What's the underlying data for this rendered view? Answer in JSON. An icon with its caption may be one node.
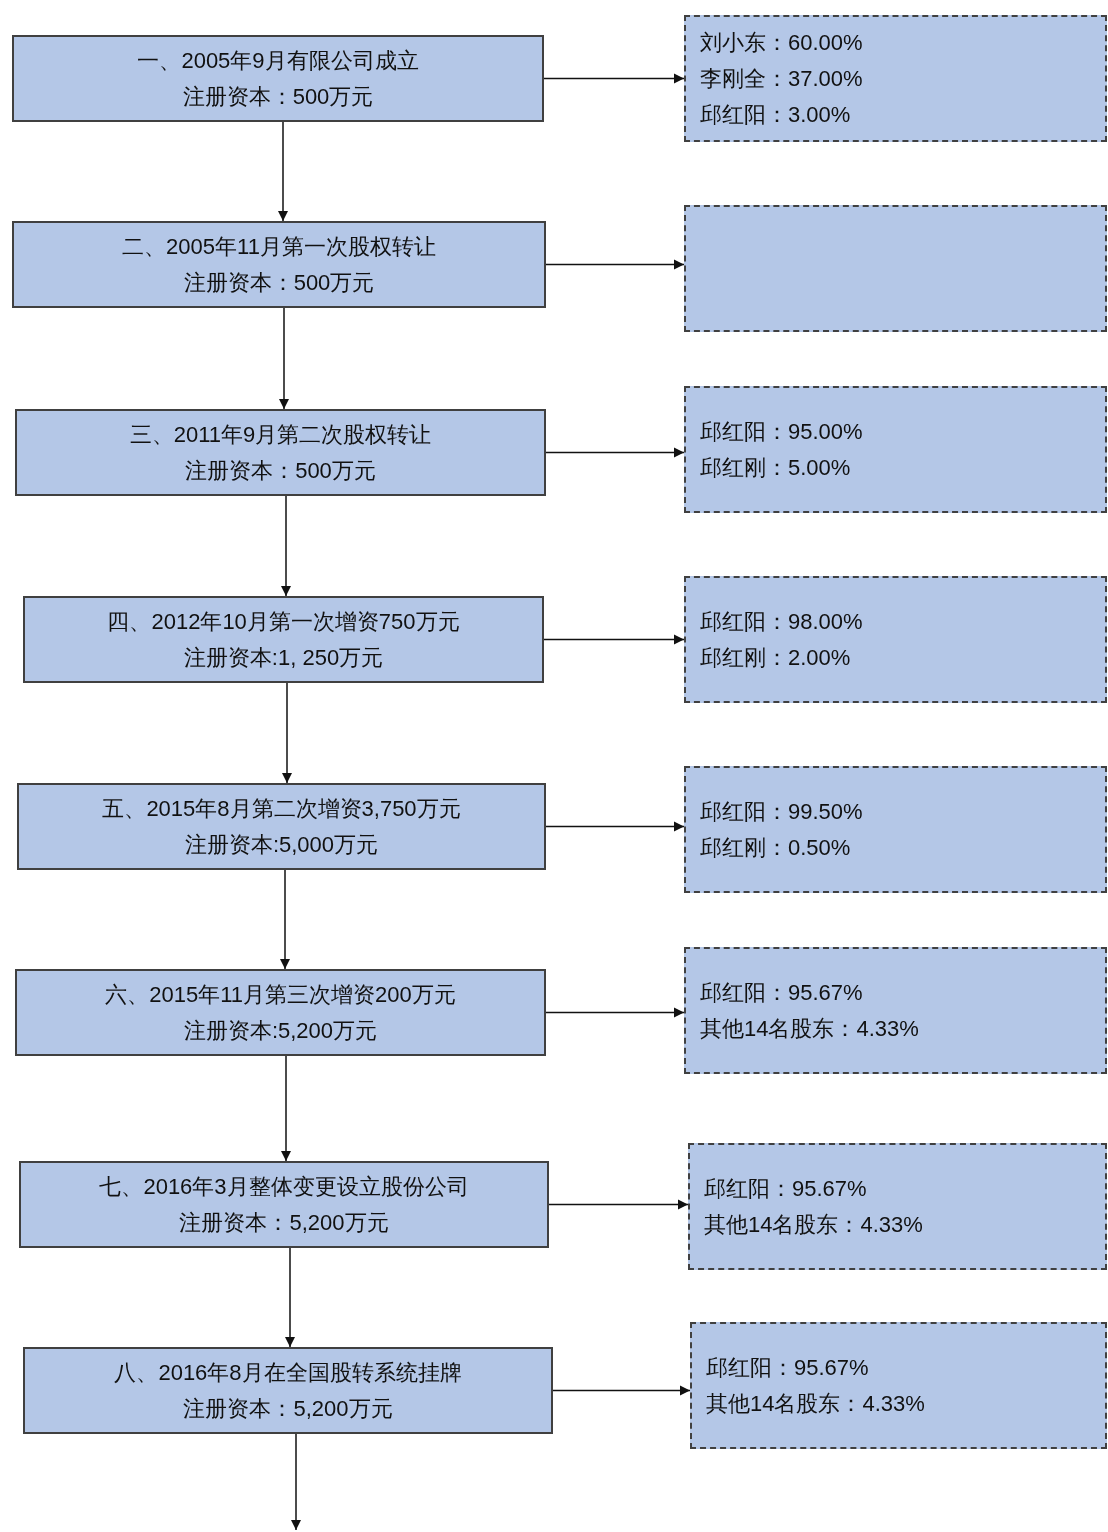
{
  "diagram": {
    "nodes": [
      {
        "text": [
          "一、2005年9月有限公司成立",
          "注册资本：500万元"
        ]
      },
      {
        "text": [
          "刘小东：60.00%",
          "李刚全：37.00%",
          "邱红阳：3.00%"
        ]
      },
      {
        "text": [
          "二、2005年11月第一次股权转让",
          "注册资本：500万元"
        ]
      },
      {
        "text": [],
        "shape": "box"
      },
      {
        "text": [
          "三、2011年9月第二次股权转让",
          "注册资本：500万元"
        ]
      },
      {
        "text": [
          "邱红阳：95.00%",
          "邱红刚：5.00%"
        ]
      },
      {
        "text": [
          "四、2012年10月第一次增资750万元",
          "注册资本:1, 250万元"
        ]
      },
      {
        "text": [
          "邱红阳：98.00%",
          "邱红刚：2.00%"
        ]
      },
      {
        "text": [
          "五、2015年8月第二次增资3,750万元",
          "注册资本:5,000万元"
        ]
      },
      {
        "text": [
          "邱红阳：99.50%",
          "邱红刚：0.50%"
        ]
      },
      {
        "text": [
          "六、2015年11月第三次增资200万元",
          "注册资本:5,200万元"
        ]
      },
      {
        "text": [
          "邱红阳：95.67%",
          "其他14名股东：4.33%"
        ]
      },
      {
        "text": [
          "七、2016年3月整体变更设立股份公司",
          "注册资本：5,200万元"
        ]
      },
      {
        "text": [
          "邱红阳：95.67%",
          "其他14名股东：4.33%"
        ]
      },
      {
        "text": [
          "八、2016年8月在全国股转系统挂牌",
          "注册资本：5,200万元"
        ]
      },
      {
        "text": [
          "邱红阳：95.67%",
          "其他14名股东：4.33%"
        ]
      }
    ],
    "edges": [
      {
        "from": 0,
        "to": 1,
        "arrow": "to"
      },
      {
        "from": 0,
        "to": 2,
        "arrow": "to"
      },
      {
        "from": 2,
        "to": 3,
        "arrow": "to"
      },
      {
        "from": 2,
        "to": 4,
        "arrow": "to"
      },
      {
        "from": 4,
        "to": 5,
        "arrow": "to"
      },
      {
        "from": 4,
        "to": 6,
        "arrow": "to"
      },
      {
        "from": 6,
        "to": 7,
        "arrow": "to"
      },
      {
        "from": 6,
        "to": 8,
        "arrow": "to"
      },
      {
        "from": 8,
        "to": 9,
        "arrow": "to"
      },
      {
        "from": 8,
        "to": 10,
        "arrow": "to"
      },
      {
        "from": 10,
        "to": 11,
        "arrow": "to"
      },
      {
        "from": 10,
        "to": 12,
        "arrow": "to"
      },
      {
        "from": 12,
        "to": 13,
        "arrow": "to"
      },
      {
        "from": 12,
        "to": 14,
        "arrow": "to"
      },
      {
        "from": 14,
        "to": 15,
        "arrow": "to"
      },
      {
        "from": 14,
        "to": null,
        "arrow": "to"
      }
    ]
  }
}
